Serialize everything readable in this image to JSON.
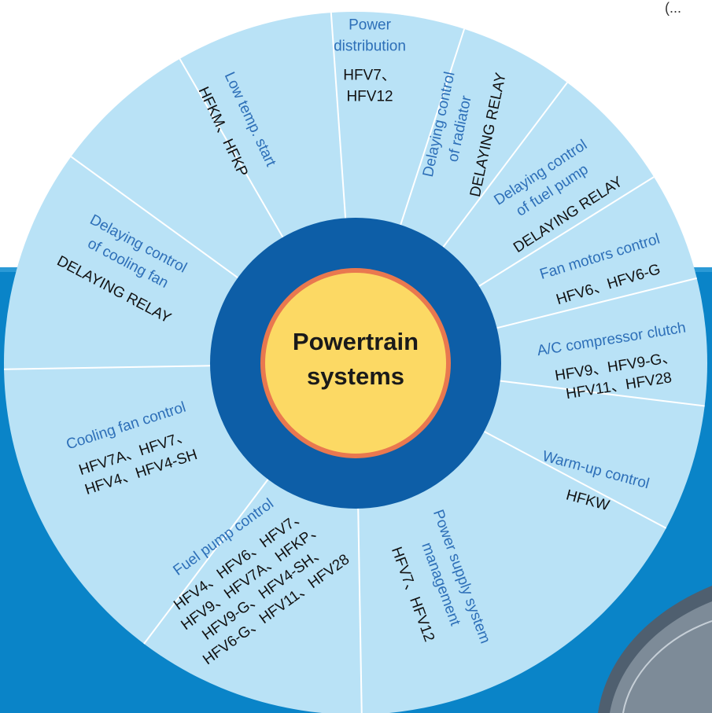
{
  "corner_text": "(...",
  "center": {
    "line1": "Powertrain",
    "line2": "systems"
  },
  "colors": {
    "background_top": "#ffffff",
    "background_bottom": "#0a84c8",
    "wheel_fill": "#b9e2f6",
    "wheel_divider": "#ffffff",
    "ring_dark": "#0d5ea7",
    "center_outline": "#e9784f",
    "center_fill": "#fcd964",
    "title_text": "#2d6fb8",
    "model_text": "#111111"
  },
  "segments": [
    {
      "name": "power-distribution",
      "title": [
        "Power",
        "distribution"
      ],
      "models": [
        "HFV7、",
        "HFV12"
      ]
    },
    {
      "name": "delaying-control-radiator",
      "title": [
        "Delaying control",
        "of radiator"
      ],
      "models": [
        "DELAYING RELAY"
      ]
    },
    {
      "name": "delaying-control-fuel-pump",
      "title": [
        "Delaying control",
        "of fuel pump"
      ],
      "models": [
        "DELAYING RELAY"
      ]
    },
    {
      "name": "fan-motors-control",
      "title": [
        "Fan motors control"
      ],
      "models": [
        "HFV6、HFV6-G"
      ]
    },
    {
      "name": "ac-compressor-clutch",
      "title": [
        "A/C compressor clutch"
      ],
      "models": [
        "HFV9、HFV9-G、",
        "HFV11、HFV28"
      ]
    },
    {
      "name": "warm-up-control",
      "title": [
        "Warm-up  control"
      ],
      "models": [
        "HFKW"
      ]
    },
    {
      "name": "power-supply-system-management",
      "title": [
        "Power supply system",
        "management"
      ],
      "models": [
        "HFV7、HFV12"
      ]
    },
    {
      "name": "fuel-pump-control",
      "title": [
        "Fuel pump control"
      ],
      "models": [
        "HFV4、HFV6、HFV7、",
        "HFV9、HFV7A、HFKP、",
        "HFV9-G、HFV4-SH、",
        "HFV6-G、HFV11、HFV28"
      ]
    },
    {
      "name": "cooling-fan-control",
      "title": [
        "Cooling fan control"
      ],
      "models": [
        "HFV7A、HFV7、",
        "HFV4、HFV4-SH"
      ]
    },
    {
      "name": "delaying-control-cooling-fan",
      "title": [
        "Delaying control",
        "of cooling fan"
      ],
      "models": [
        "DELAYING RELAY"
      ]
    },
    {
      "name": "low-temp-start",
      "title": [
        "Low temp. start"
      ],
      "models": [
        "HFKM、HFKP"
      ]
    }
  ]
}
